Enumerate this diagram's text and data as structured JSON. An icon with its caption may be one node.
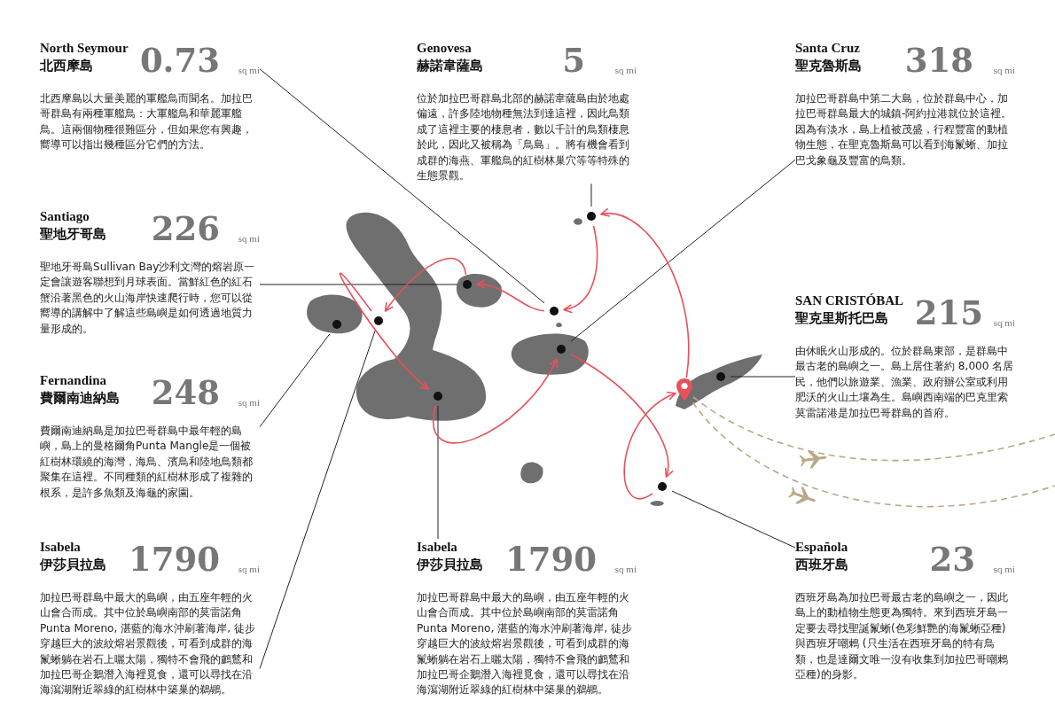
{
  "diagram": {
    "nodes": [
      {
        "text": [
          "North Seymour",
          "北西摩島",
          "0.73",
          "sq mi",
          "北西摩島以大量美麗的軍艦鳥而聞名。加拉巴哥群島有兩種軍艦鳥：大軍艦鳥和華麗軍艦鳥。這兩個物種很難區分，但如果您有興趣，嚮導可以指出幾種區分它們的方法。"
        ]
      },
      {
        "text": [
          "Genovesa",
          "赫諾韋薩島",
          "5",
          "sq mi",
          "位於加拉巴哥群島北部的赫諾韋薩島由於地處偏遠，許多陸地物種無法到達這裡，因此鳥類成了這裡主要的棲息者，數以千計的鳥類棲息於此，因此又被稱為「鳥島」。將有機會看到成群的海燕、軍艦鳥的紅樹林巢穴等等特殊的生態景觀。"
        ]
      },
      {
        "text": [
          "Santa Cruz",
          "聖克魯斯島",
          "318",
          "sq mi",
          "加拉巴哥群島中第二大島，位於群島中心，加拉巴哥群島最大的城鎮-阿約拉港就位於這裡。因為有淡水，島上植被茂盛，行程豐富的動植物生態，在聖克魯斯島可以看到海鬣蜥、加拉巴戈象龜及豐富的鳥類。"
        ]
      },
      {
        "text": [
          "Santiago",
          "聖地牙哥島",
          "226",
          "sq mi",
          "聖地牙哥島Sullivan Bay沙利文灣的熔岩原一定會讓遊客聯想到月球表面。當鮮紅色的紅石蟹沿著黑色的火山海岸快速爬行時，您可以從嚮導的講解中了解這些島嶼是如何透過地質力量形成的。"
        ]
      },
      {
        "text": [
          "SAN CRISTÓBAL",
          "聖克里斯托巴島",
          "215",
          "sq mi",
          "由休眠火山形成的。位於群島東部，是群島中最古老的島嶼之一。島上居住著約 8,000 名居民，他們以旅遊業、漁業、政府辦公室或利用肥沃的火山土壤為生。島嶼西南端的巴克里索莫雷諾港是加拉巴哥群島的首府。"
        ]
      },
      {
        "text": [
          "Fernandina",
          "費爾南迪納島",
          "248",
          "sq mi",
          "費爾南迪納島是加拉巴哥群島中最年輕的島嶼，島上的曼格爾角Punta Mangle是一個被紅樹林環繞的海灣，海鳥、濱鳥和陸地鳥類都聚集在這裡。不同種類的紅樹林形成了複雜的根系，是許多魚類及海龜的家園。"
        ]
      },
      {
        "text": [
          "Isabela",
          "伊莎貝拉島",
          "1790",
          "sq mi",
          "加拉巴哥群島中最大的島嶼，由五座年輕的火山會合而成。其中位於島嶼南部的莫雷諾角Punta Moreno, 湛藍的海水沖刷著海岸, 徒步穿越巨大的波紋熔岩景觀後，可看到成群的海鬣蜥躺在岩石上曬太陽，獨特不會飛的鸕鶿和加拉巴哥企鵝潛入海裡覓食，還可以尋找在沿海瀉湖附近翠綠的紅樹林中築巢的鵜鶘。"
        ]
      },
      {
        "text": [
          "Isabela",
          "伊莎貝拉島",
          "1790",
          "sq mi",
          "加拉巴哥群島中最大的島嶼，由五座年輕的火山會合而成。其中位於島嶼南部的莫雷諾角Punta Moreno, 湛藍的海水沖刷著海岸, 徒步穿越巨大的波紋熔岩景觀後，可看到成群的海鬣蜥躺在岩石上曬太陽，獨特不會飛的鸕鶿和加拉巴哥企鵝潛入海裡覓食，還可以尋找在沿海瀉湖附近翠綠的紅樹林中築巢的鵜鶘。"
        ]
      },
      {
        "text": [
          "Española",
          "西班牙島",
          "23",
          "sq mi",
          "西班牙島為加拉巴哥最古老的島嶼之一，因此島上的動植物生態更為獨特。來到西班牙島一定要去尋找聖誕鬣蜥(色彩鮮艷的海鬣蜥亞種)與西班牙嘲鶇 (只生活在西班牙島的特有鳥類，也是達爾文唯一沒有收集到加拉巴哥嘲鶇亞種)的身影。"
        ]
      },
      {
        "text": [],
        "shape": "circle"
      },
      {
        "text": [],
        "shape": "circle"
      },
      {
        "text": [],
        "shape": "circle"
      },
      {
        "text": [],
        "shape": "circle"
      },
      {
        "text": [],
        "shape": "circle"
      },
      {
        "text": [],
        "shape": "circle"
      },
      {
        "text": [],
        "shape": "circle"
      },
      {
        "text": [],
        "shape": "circle"
      },
      {
        "text": [],
        "shape": "circle"
      },
      {
        "text": [],
        "shape": "pin"
      }
    ],
    "edges": [
      {
        "from": 0,
        "to": 13,
        "arrow": "none"
      },
      {
        "from": 1,
        "to": 15,
        "arrow": "none"
      },
      {
        "from": 2,
        "to": 14,
        "arrow": "none"
      },
      {
        "from": 3,
        "to": 12,
        "arrow": "none"
      },
      {
        "from": 4,
        "to": 17,
        "arrow": "none"
      },
      {
        "from": 5,
        "to": 9,
        "arrow": "none"
      },
      {
        "from": 6,
        "to": 10,
        "arrow": "none"
      },
      {
        "from": 7,
        "to": 11,
        "arrow": "none"
      },
      {
        "from": 8,
        "to": 16,
        "arrow": "none"
      },
      {
        "from": 18,
        "to": 15,
        "arrow": "to",
        "color": "#e8505b"
      },
      {
        "from": 15,
        "to": 13,
        "arrow": "to",
        "color": "#e8505b"
      },
      {
        "from": 13,
        "to": 12,
        "arrow": "to",
        "color": "#e8505b"
      },
      {
        "from": 12,
        "to": 10,
        "arrow": "to",
        "color": "#e8505b"
      },
      {
        "from": 10,
        "to": 11,
        "arrow": "to",
        "color": "#e8505b"
      },
      {
        "from": 11,
        "to": 14,
        "arrow": "to",
        "color": "#e8505b"
      },
      {
        "from": 14,
        "to": 16,
        "arrow": "to",
        "color": "#e8505b"
      },
      {
        "from": 16,
        "to": 18,
        "arrow": "to",
        "color": "#e8505b"
      },
      {
        "from": 18,
        "to": null,
        "arrow": "none",
        "style": "dashed",
        "color": "#b8a887"
      },
      {
        "from": 18,
        "to": null,
        "arrow": "none",
        "style": "dashed",
        "color": "#b8a887"
      }
    ]
  }
}
